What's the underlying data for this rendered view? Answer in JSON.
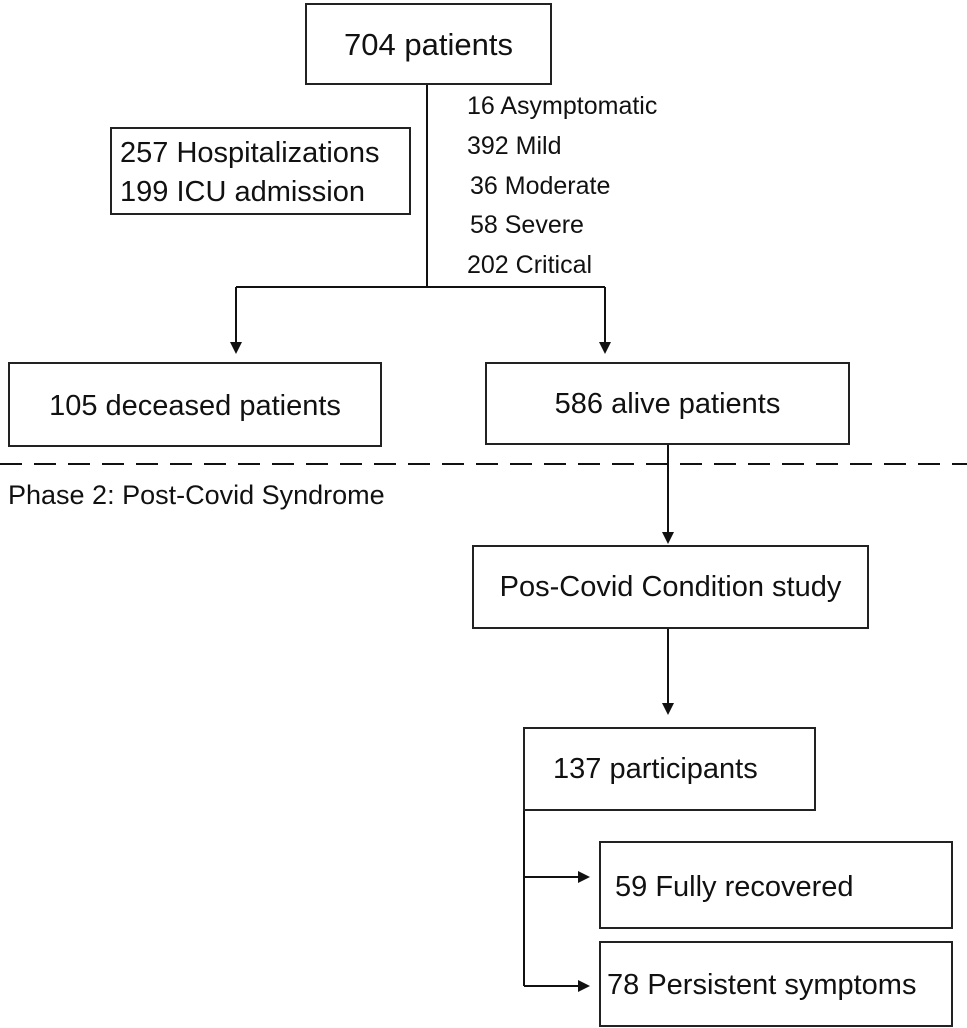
{
  "top": {
    "label": "704 patients"
  },
  "stats": {
    "hospitalizations": "257 Hospitalizations",
    "icu": "199 ICU admission"
  },
  "severity": [
    "16 Asymptomatic",
    "392 Mild",
    "36 Moderate",
    "58 Severe",
    "202 Critical"
  ],
  "deceased": {
    "label": "105 deceased patients"
  },
  "alive": {
    "label": "586 alive patients"
  },
  "phase": {
    "label": "Phase 2: Post-Covid Syndrome"
  },
  "study": {
    "label": "Pos-Covid Condition study"
  },
  "participants": {
    "label": "137 participants"
  },
  "recovered": {
    "label": "59 Fully recovered"
  },
  "persistent": {
    "label": "78 Persistent symptoms"
  }
}
